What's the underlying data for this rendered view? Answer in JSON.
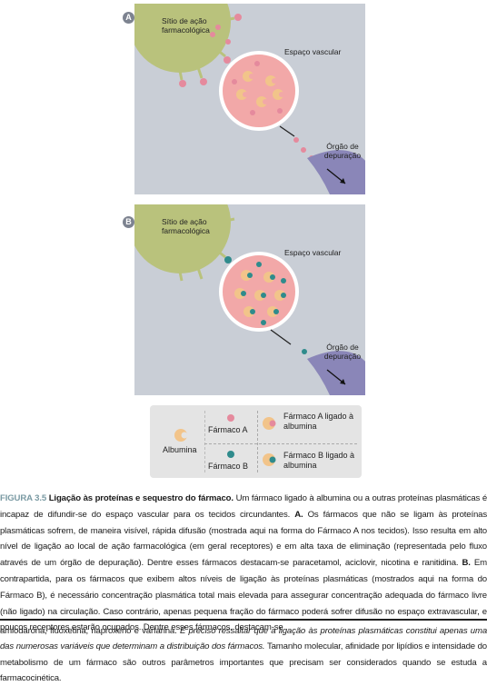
{
  "figure": {
    "panel_a": {
      "badge": "A",
      "site_label": "Sítio de ação farmacológica",
      "vascular_label": "Espaço vascular",
      "organ_label": "Órgão de depuração"
    },
    "panel_b": {
      "badge": "B",
      "site_label": "Sítio de ação farmacológica",
      "vascular_label": "Espaço vascular",
      "organ_label": "Órgão de depuração"
    },
    "legend": {
      "albumin": "Albumina",
      "drug_a": "Fármaco A",
      "drug_a_bound": "Fármaco A ligado à albumina",
      "drug_b": "Fármaco B",
      "drug_b_bound": "Fármaco B ligado à albumina"
    },
    "colors": {
      "drug_a": "#e58a9d",
      "drug_b": "#2f8b8c",
      "albumin": "#f2c48a",
      "site": "#b9c27c",
      "vessel": "#f2a8a8",
      "organ": "#8a86b8"
    }
  },
  "caption": {
    "figure_number": "FIGURA 3.5",
    "title": "Ligação às proteínas e sequestro do fármaco.",
    "p1": "Um fármaco ligado à albumina ou a outras proteínas plasmáticas é incapaz de difundir-se do espaço vascular para os tecidos circundantes.",
    "marker_a": "A.",
    "p2": "Os fármacos que não se ligam às proteínas plasmáticas sofrem, de maneira visível, rápida difusão (mostrada aqui na forma do Fármaco A nos tecidos). Isso resulta em alto nível de ligação ao local de ação farmacológica (em geral receptores) e em alta taxa de eliminação (representada pelo fluxo através de um órgão de depuração). Dentre esses fármacos destacam-se paracetamol, aciclovir, nicotina e ranitidina.",
    "marker_b": "B.",
    "p3": "Em contrapartida, para os fármacos que exibem altos níveis de ligação às proteínas plasmáticas (mostrados aqui na forma do Fármaco B), é necessário concentração plasmática total mais elevada para assegurar concentração adequada do fármaco livre (não ligado) na circulação. Caso contrário, apenas pequena fração do fármaco poderá sofrer difusão no espaço extravascular, e poucos receptores estarão ocupados. Dentre esses fármacos, destacam-se"
  },
  "continuation": {
    "text1": "amiodarona, fluoxetina, naproxeno e varfarina.",
    "italic": "É preciso ressaltar que a ligação às proteínas plasmáticas constitui apenas uma das numerosas variáveis que determinam a distribuição dos fármacos.",
    "text2": "Tamanho molecular, afinidade por lipídios e intensidade do metabolismo de um fármaco são outros parâmetros importantes que precisam ser considerados quando se estuda a farmacocinética."
  }
}
